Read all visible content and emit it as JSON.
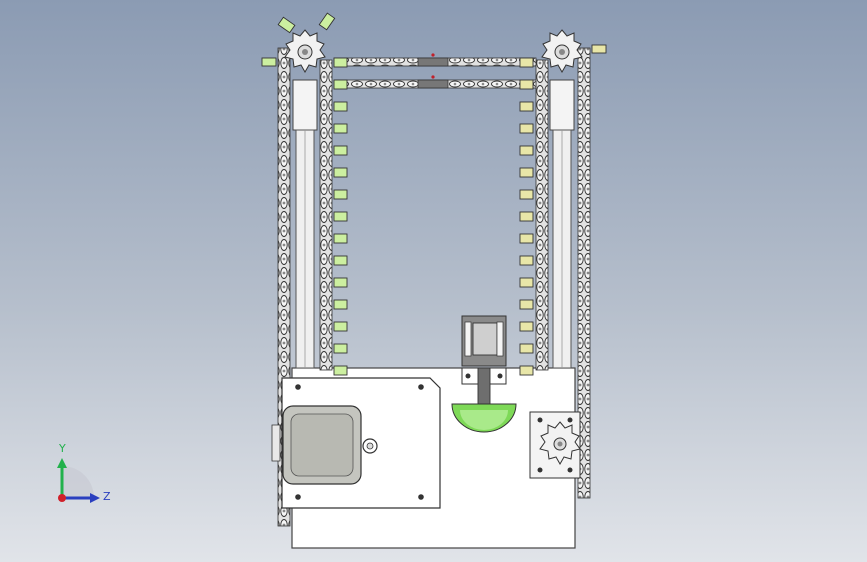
{
  "viewport": {
    "background_top": "#8b9bb3",
    "background_bottom": "#e1e4e9"
  },
  "model": {
    "description_icon": "chain-conveyor-lift-assembly",
    "colors": {
      "chain": "#d8d8d8",
      "chain_outline": "#333333",
      "bracket": "#ccefa0",
      "bracket_alt": "#e8e6a8",
      "rail": "#f4f4f4",
      "sprocket": "#f0f0f0",
      "motor": "#bfc0b8",
      "base_plate": "#ffffff",
      "guide_green": "#7ed957",
      "clamp_dark": "#6e6e6e"
    }
  },
  "triad": {
    "y_label": "Y",
    "z_label": "Z",
    "y_color": "#22b14c",
    "z_color": "#2a3fbf",
    "x_color": "#d0202a"
  }
}
